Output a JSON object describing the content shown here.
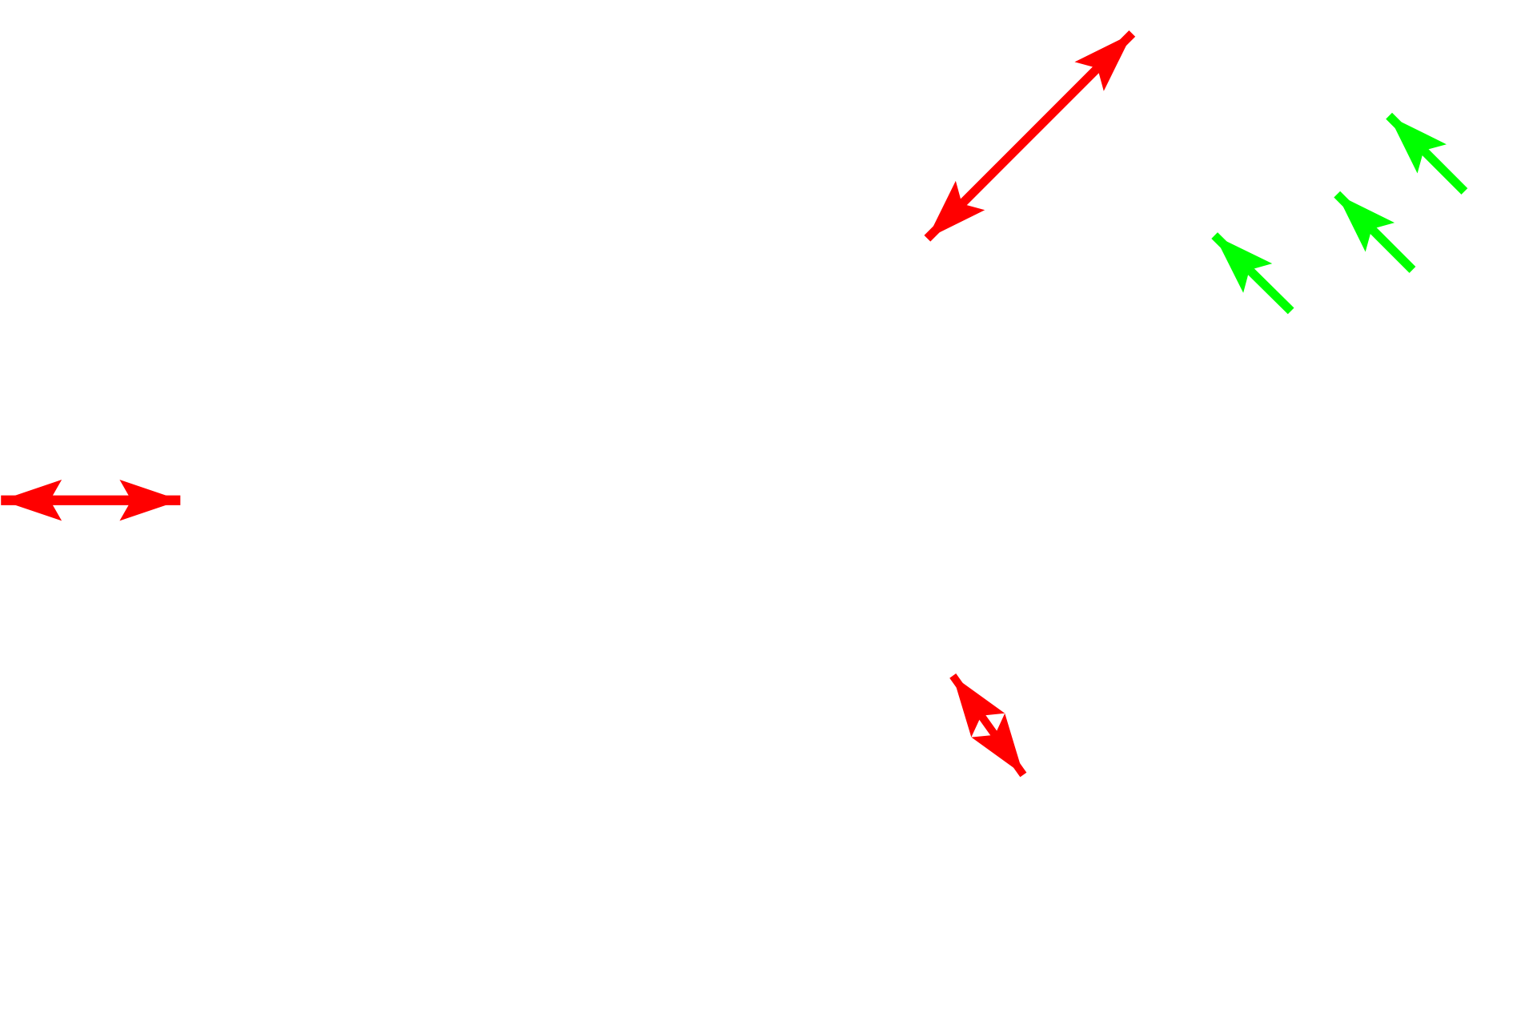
{
  "colors": {
    "background": "#ffffff",
    "red_arrow": "#ff0000",
    "green_arrow": "#00ff00"
  },
  "arrows": [
    {
      "name": "horizontal-double-arrow",
      "color": "red",
      "heads": "both"
    },
    {
      "name": "diagonal-double-arrow",
      "color": "red",
      "heads": "both"
    },
    {
      "name": "short-double-arrow",
      "color": "red",
      "heads": "both"
    },
    {
      "name": "green-arrow-1",
      "color": "green",
      "heads": "single"
    },
    {
      "name": "green-arrow-2",
      "color": "green",
      "heads": "single"
    },
    {
      "name": "green-arrow-3",
      "color": "green",
      "heads": "single"
    }
  ]
}
